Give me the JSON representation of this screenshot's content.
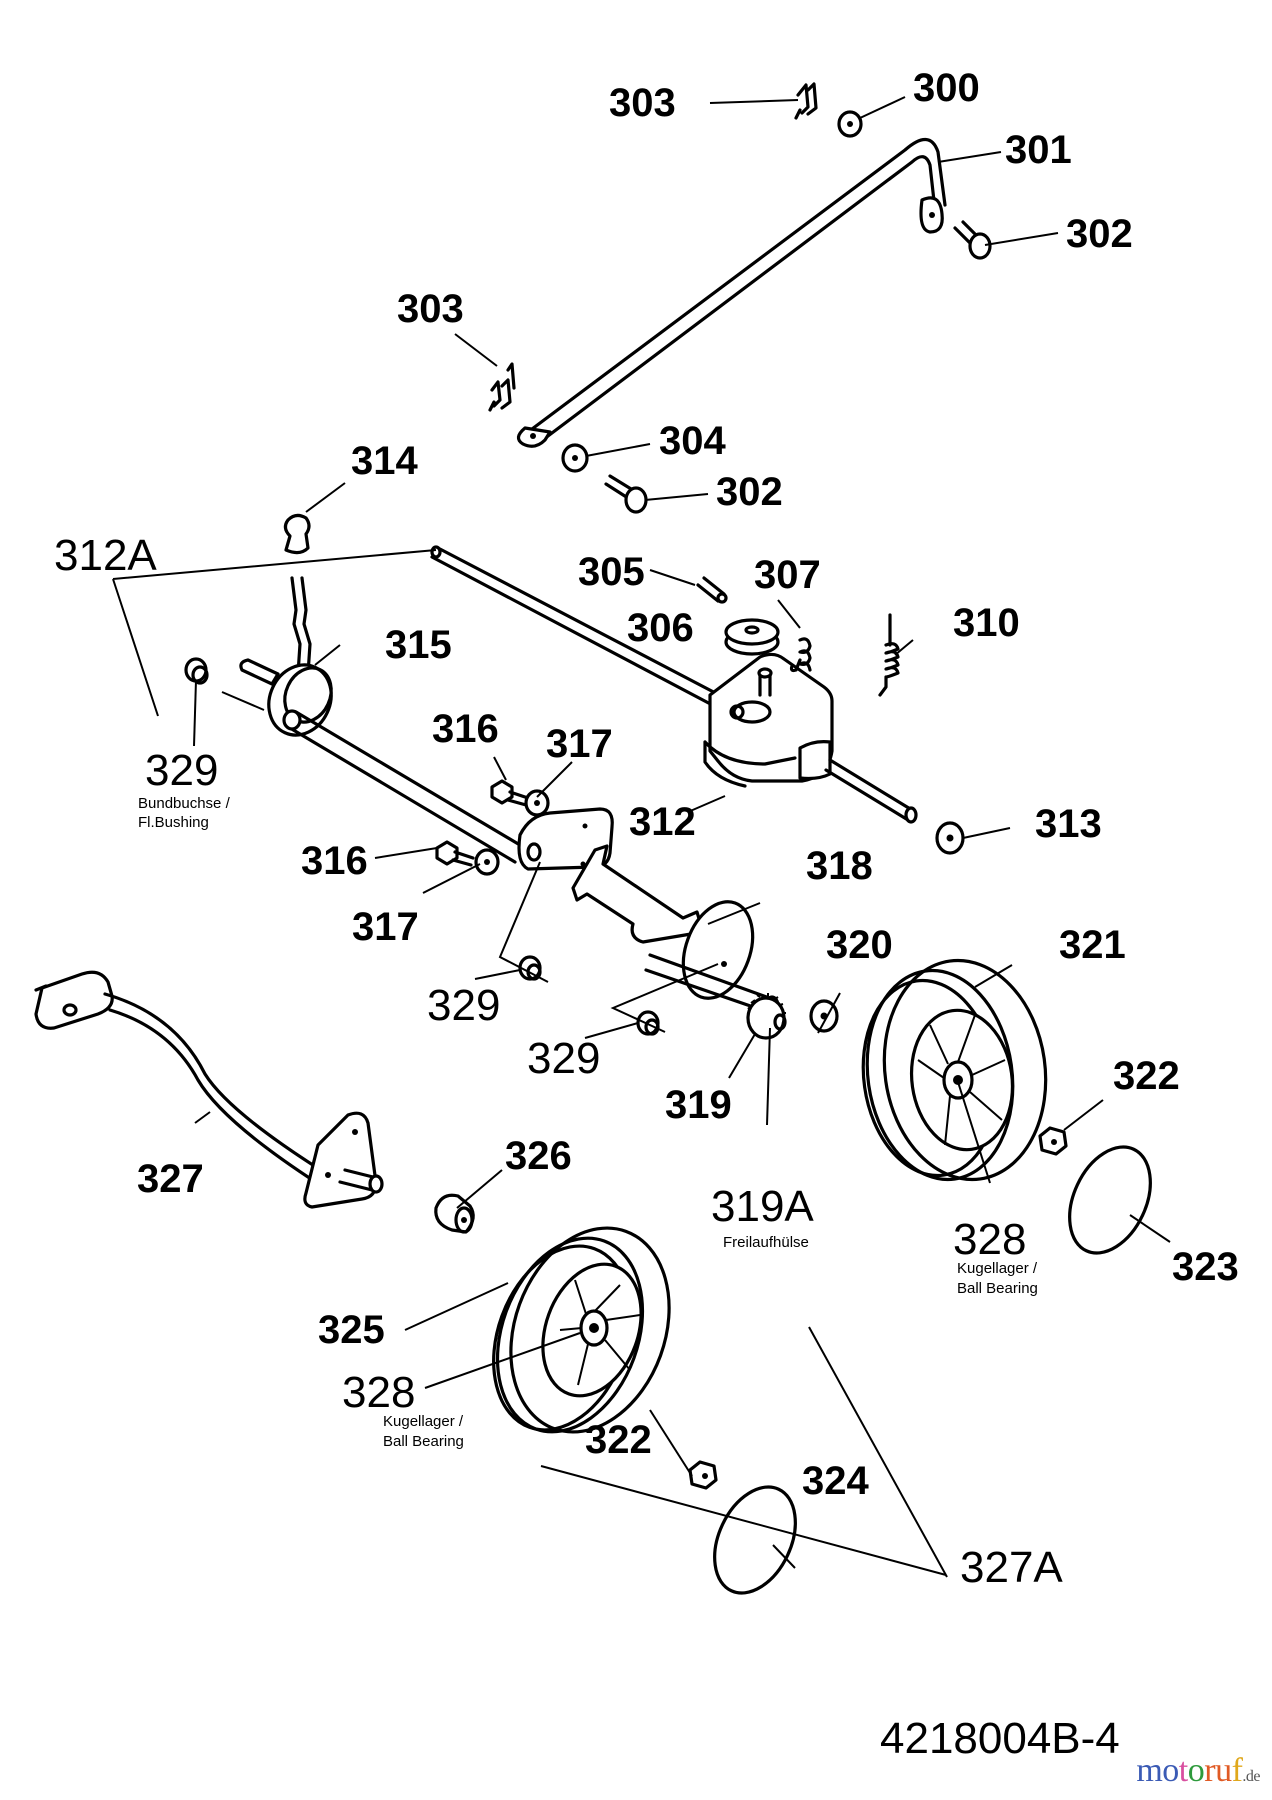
{
  "diagram": {
    "title": "Exploded parts diagram - drive assembly",
    "document_number": "4218004B-4",
    "callouts": [
      {
        "id": "c300",
        "text": "300",
        "style": "bold"
      },
      {
        "id": "c301",
        "text": "301",
        "style": "bold"
      },
      {
        "id": "c302a",
        "text": "302",
        "style": "bold"
      },
      {
        "id": "c303a",
        "text": "303",
        "style": "bold"
      },
      {
        "id": "c303b",
        "text": "303",
        "style": "bold"
      },
      {
        "id": "c304",
        "text": "304",
        "style": "bold"
      },
      {
        "id": "c302b",
        "text": "302",
        "style": "bold"
      },
      {
        "id": "c314",
        "text": "314",
        "style": "bold"
      },
      {
        "id": "c312A",
        "text": "312A",
        "style": "plain"
      },
      {
        "id": "c305",
        "text": "305",
        "style": "bold"
      },
      {
        "id": "c307",
        "text": "307",
        "style": "bold"
      },
      {
        "id": "c306",
        "text": "306",
        "style": "bold"
      },
      {
        "id": "c310",
        "text": "310",
        "style": "bold"
      },
      {
        "id": "c315",
        "text": "315",
        "style": "bold"
      },
      {
        "id": "c329a",
        "text": "329",
        "style": "plain"
      },
      {
        "id": "c316a",
        "text": "316",
        "style": "bold"
      },
      {
        "id": "c317a",
        "text": "317",
        "style": "bold"
      },
      {
        "id": "c312",
        "text": "312",
        "style": "bold"
      },
      {
        "id": "c313",
        "text": "313",
        "style": "bold"
      },
      {
        "id": "c316b",
        "text": "316",
        "style": "bold"
      },
      {
        "id": "c318",
        "text": "318",
        "style": "bold"
      },
      {
        "id": "c317b",
        "text": "317",
        "style": "bold"
      },
      {
        "id": "c320",
        "text": "320",
        "style": "bold"
      },
      {
        "id": "c321",
        "text": "321",
        "style": "bold"
      },
      {
        "id": "c329b",
        "text": "329",
        "style": "plain"
      },
      {
        "id": "c329c",
        "text": "329",
        "style": "plain"
      },
      {
        "id": "c319",
        "text": "319",
        "style": "bold"
      },
      {
        "id": "c322a",
        "text": "322",
        "style": "bold"
      },
      {
        "id": "c327",
        "text": "327",
        "style": "bold"
      },
      {
        "id": "c326",
        "text": "326",
        "style": "bold"
      },
      {
        "id": "c319A",
        "text": "319A",
        "style": "plain"
      },
      {
        "id": "c328a",
        "text": "328",
        "style": "plain"
      },
      {
        "id": "c323",
        "text": "323",
        "style": "bold"
      },
      {
        "id": "c325",
        "text": "325",
        "style": "bold"
      },
      {
        "id": "c328b",
        "text": "328",
        "style": "plain"
      },
      {
        "id": "c322b",
        "text": "322",
        "style": "bold"
      },
      {
        "id": "c324",
        "text": "324",
        "style": "bold"
      },
      {
        "id": "c327A",
        "text": "327A",
        "style": "plain"
      }
    ],
    "notes": {
      "bushing_de": "Bundbuchse /",
      "bushing_en": "Fl.Bushing",
      "freewheel": "Freilaufhülse",
      "bearing_de_a": "Kugellager /",
      "bearing_en_a": "Ball Bearing",
      "bearing_de_b": "Kugellager /",
      "bearing_en_b": "Ball Bearing"
    }
  },
  "watermark": {
    "letters": [
      "m",
      "o",
      "t",
      "o",
      "r",
      "u",
      "f"
    ],
    "colors": [
      "#3b5bb5",
      "#3b5bb5",
      "#d94fa0",
      "#2e9a3c",
      "#e05a24",
      "#e05a24",
      "#e0a81c"
    ],
    "suffix": ".de"
  }
}
